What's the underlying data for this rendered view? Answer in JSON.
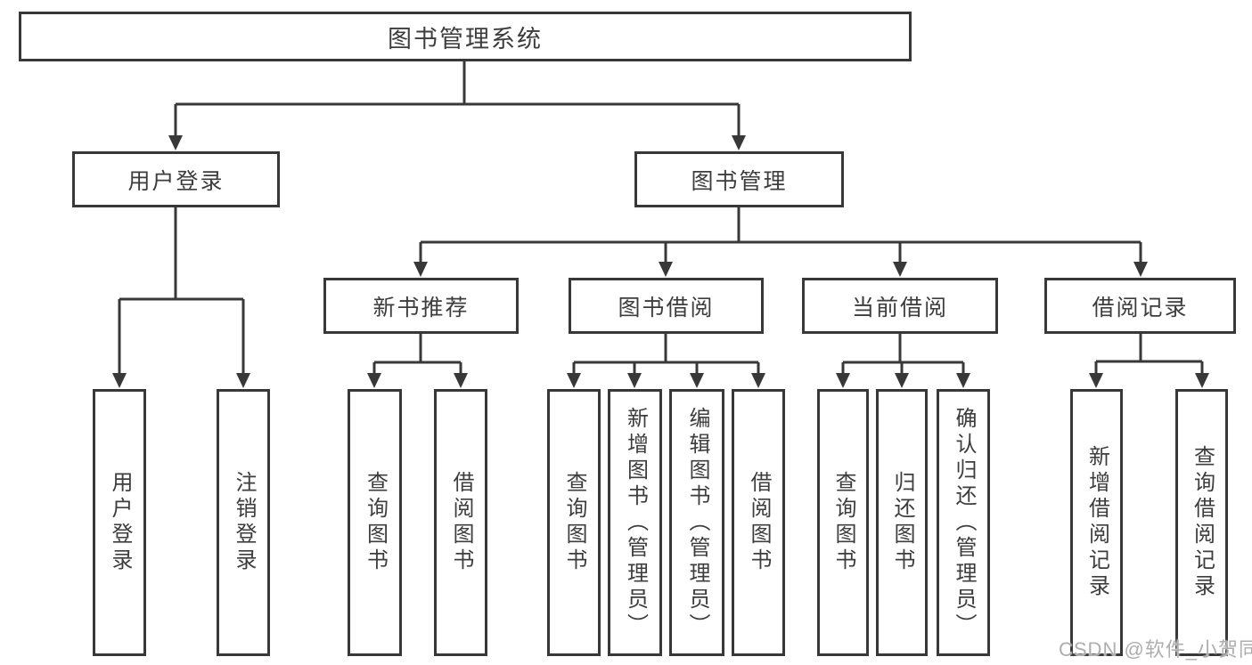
{
  "colors": {
    "line": "#383838",
    "text": "#3d3d3d",
    "wm": "#aeaeae",
    "bg": "#ffffff"
  },
  "root": {
    "label": "图书管理系统"
  },
  "level2": {
    "user_login": {
      "label": "用户登录"
    },
    "book_mgmt": {
      "label": "图书管理"
    }
  },
  "level3": {
    "new_books": {
      "label": "新书推荐"
    },
    "borrowing": {
      "label": "图书借阅"
    },
    "current": {
      "label": "当前借阅"
    },
    "records": {
      "label": "借阅记录"
    }
  },
  "leaves": {
    "user_login": [
      "用户登录",
      "注销登录"
    ],
    "new_books": [
      "查询图书",
      "借阅图书"
    ],
    "borrowing": [
      "查询图书",
      "新增图书（管理员）",
      "编辑图书（管理员）",
      "借阅图书"
    ],
    "current": [
      "查询图书",
      "归还图书",
      "确认归还（管理员）"
    ],
    "records": [
      "新增借阅记录",
      "查询借阅记录"
    ]
  },
  "watermark": {
    "text": "CSDN @软件_小贺同学"
  }
}
